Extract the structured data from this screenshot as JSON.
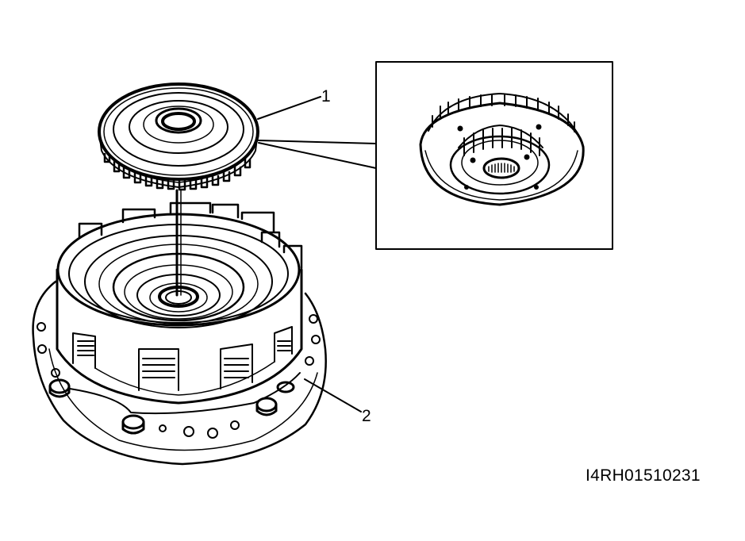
{
  "callouts": [
    {
      "number": "1"
    },
    {
      "number": "2"
    }
  ],
  "figure_code": "I4RH01510231",
  "colors": {
    "line": "#000000",
    "background": "#ffffff"
  }
}
